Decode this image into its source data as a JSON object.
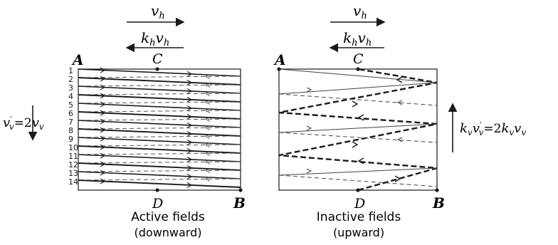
{
  "left": {
    "speed_top": "v",
    "speed_top_sub": "h",
    "speed_ret": "k",
    "speed_ret_sub1": "h",
    "speed_ret_v": "v",
    "speed_ret_sub2": "h",
    "corner_a": "A",
    "corner_b": "B",
    "mark_c": "C",
    "mark_d": "D",
    "line_numbers": [
      "1",
      "2",
      "3",
      "4",
      "5",
      "6",
      "7",
      "8",
      "9",
      "10",
      "11",
      "12",
      "13",
      "14"
    ],
    "vertical_label": "v′v=2vv",
    "vertical_label_parts": {
      "v1": "v",
      "prime": "′",
      "sub1": "v",
      "eq": "=2",
      "v2": "v",
      "sub2": "v"
    },
    "caption_line1": "Active fields",
    "caption_line2": "(downward)"
  },
  "right": {
    "speed_top": "v",
    "speed_top_sub": "h",
    "speed_ret": "k",
    "speed_ret_sub1": "h",
    "speed_ret_v": "v",
    "speed_ret_sub2": "h",
    "corner_a": "A",
    "corner_b": "B",
    "mark_c": "C",
    "mark_d": "D",
    "vertical_label_parts": {
      "k1": "k",
      "s1": "v",
      "v1": "v",
      "prime": "′",
      "s2": "v",
      "eq": "=2",
      "k2": "k",
      "s3": "v",
      "v2": "v",
      "s4": "v"
    },
    "caption_line1": "Inactive fields",
    "caption_line2": "(upward)"
  }
}
